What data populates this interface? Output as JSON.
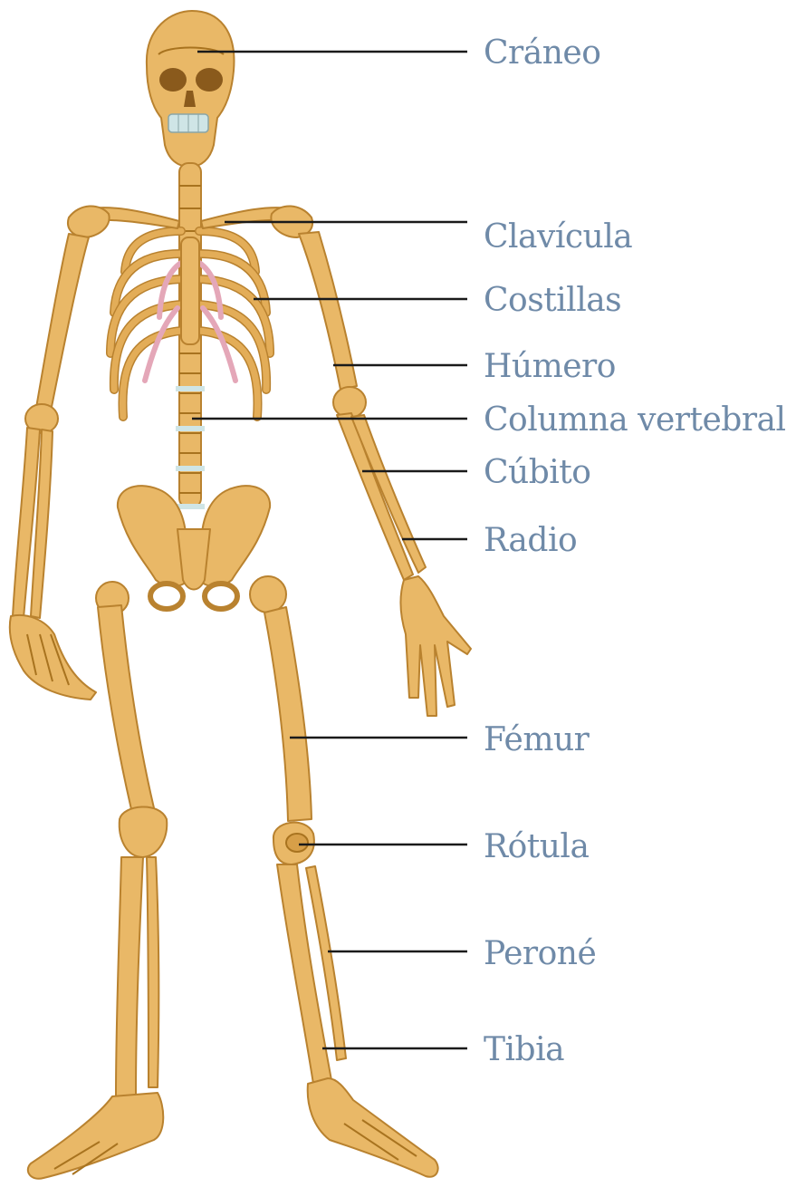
{
  "colors": {
    "label_text": "#6f8aa8",
    "leader_line": "#1a1a1a",
    "bone_fill": "#e9b867",
    "bone_outline": "#b9822f",
    "cartilage": "#e4a7b8",
    "teeth": "#cfe5e6",
    "background": "#ffffff"
  },
  "labels": [
    {
      "id": "craneo",
      "text": "Cráneo"
    },
    {
      "id": "clavicula",
      "text": "Clavícula"
    },
    {
      "id": "costillas",
      "text": "Costillas"
    },
    {
      "id": "humero",
      "text": "Húmero"
    },
    {
      "id": "columna",
      "text": "Columna vertebral"
    },
    {
      "id": "cubito",
      "text": "Cúbito"
    },
    {
      "id": "radio",
      "text": "Radio"
    },
    {
      "id": "femur",
      "text": "Fémur"
    },
    {
      "id": "rotula",
      "text": "Rótula"
    },
    {
      "id": "perone",
      "text": "Peroné"
    },
    {
      "id": "tibia",
      "text": "Tibia"
    }
  ]
}
